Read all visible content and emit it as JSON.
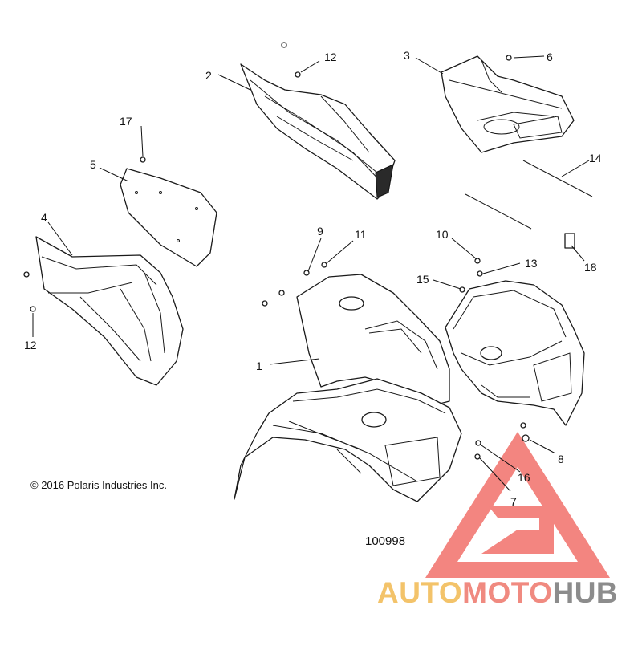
{
  "copyright": "© 2016 Polaris Industries Inc.",
  "diagram_number": "100998",
  "watermark": {
    "part1": "AUTO",
    "part2": "MOTO",
    "part3": "HUB",
    "colors": {
      "part1": "#f3c36a",
      "part2": "#f08a80",
      "part3": "#8c8c8c",
      "logo_triangle": "#f2706a"
    }
  },
  "callouts": {
    "c1": "1",
    "c2": "2",
    "c3": "3",
    "c4": "4",
    "c5": "5",
    "c6": "6",
    "c7": "7",
    "c8": "8",
    "c9": "9",
    "c10": "10",
    "c11": "11",
    "c12a": "12",
    "c12b": "12",
    "c13": "13",
    "c14": "14",
    "c15": "15",
    "c16": "16",
    "c17": "17",
    "c18": "18"
  }
}
